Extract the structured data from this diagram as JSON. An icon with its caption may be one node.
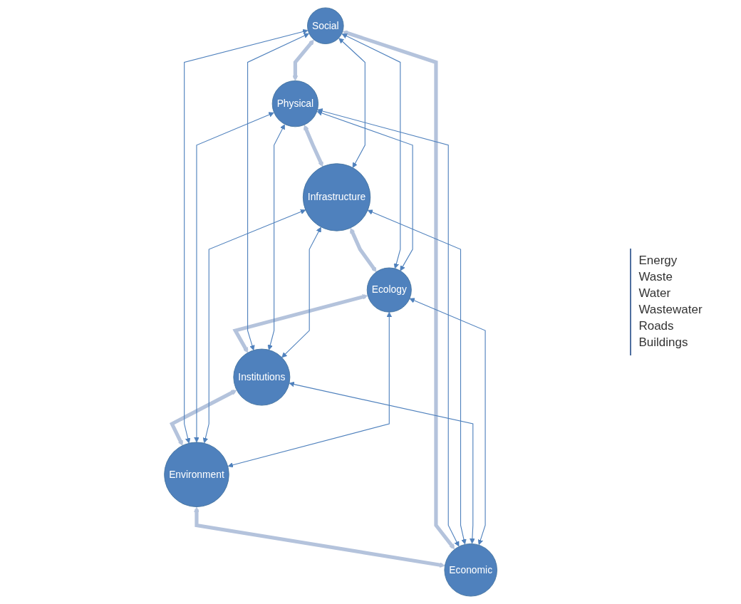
{
  "diagram": {
    "nodes": [
      {
        "text": [
          "Social"
        ]
      },
      {
        "text": [
          "Economic"
        ]
      },
      {
        "text": [
          "Physical"
        ]
      },
      {
        "text": [
          "Environment"
        ]
      },
      {
        "text": [
          "Infrastructure"
        ],
        "beside": [
          "Energy",
          "Waste",
          "Water",
          "Wastewater",
          "Roads",
          "Buildings"
        ]
      },
      {
        "text": [
          "Institutions"
        ]
      },
      {
        "text": [
          "Ecology"
        ]
      }
    ],
    "edges": [
      {
        "from": 0,
        "to": 2,
        "arrow": "both",
        "style": "thick",
        "color": "#b4c3dc"
      },
      {
        "from": 2,
        "to": 4,
        "arrow": "both",
        "style": "thick",
        "color": "#b4c3dc"
      },
      {
        "from": 4,
        "to": 6,
        "arrow": "both",
        "style": "thick",
        "color": "#b4c3dc"
      },
      {
        "from": 6,
        "to": 5,
        "arrow": "both",
        "style": "thick",
        "color": "#b4c3dc"
      },
      {
        "from": 5,
        "to": 3,
        "arrow": "both",
        "style": "thick",
        "color": "#b4c3dc"
      },
      {
        "from": 3,
        "to": 1,
        "arrow": "both",
        "style": "thick",
        "color": "#b4c3dc"
      },
      {
        "from": 1,
        "to": 0,
        "arrow": "both",
        "style": "thick",
        "color": "#b4c3dc"
      },
      {
        "from": 0,
        "to": 3,
        "arrow": "both"
      },
      {
        "from": 0,
        "to": 4,
        "arrow": "both"
      },
      {
        "from": 0,
        "to": 5,
        "arrow": "both"
      },
      {
        "from": 0,
        "to": 6,
        "arrow": "both"
      },
      {
        "from": 1,
        "to": 2,
        "arrow": "both"
      },
      {
        "from": 1,
        "to": 4,
        "arrow": "both"
      },
      {
        "from": 1,
        "to": 5,
        "arrow": "both"
      },
      {
        "from": 1,
        "to": 6,
        "arrow": "both"
      },
      {
        "from": 2,
        "to": 3,
        "arrow": "both"
      },
      {
        "from": 2,
        "to": 5,
        "arrow": "both"
      },
      {
        "from": 2,
        "to": 6,
        "arrow": "both"
      },
      {
        "from": 3,
        "to": 4,
        "arrow": "both"
      },
      {
        "from": 3,
        "to": 6,
        "arrow": "both"
      },
      {
        "from": 4,
        "to": 5,
        "arrow": "both"
      }
    ]
  }
}
